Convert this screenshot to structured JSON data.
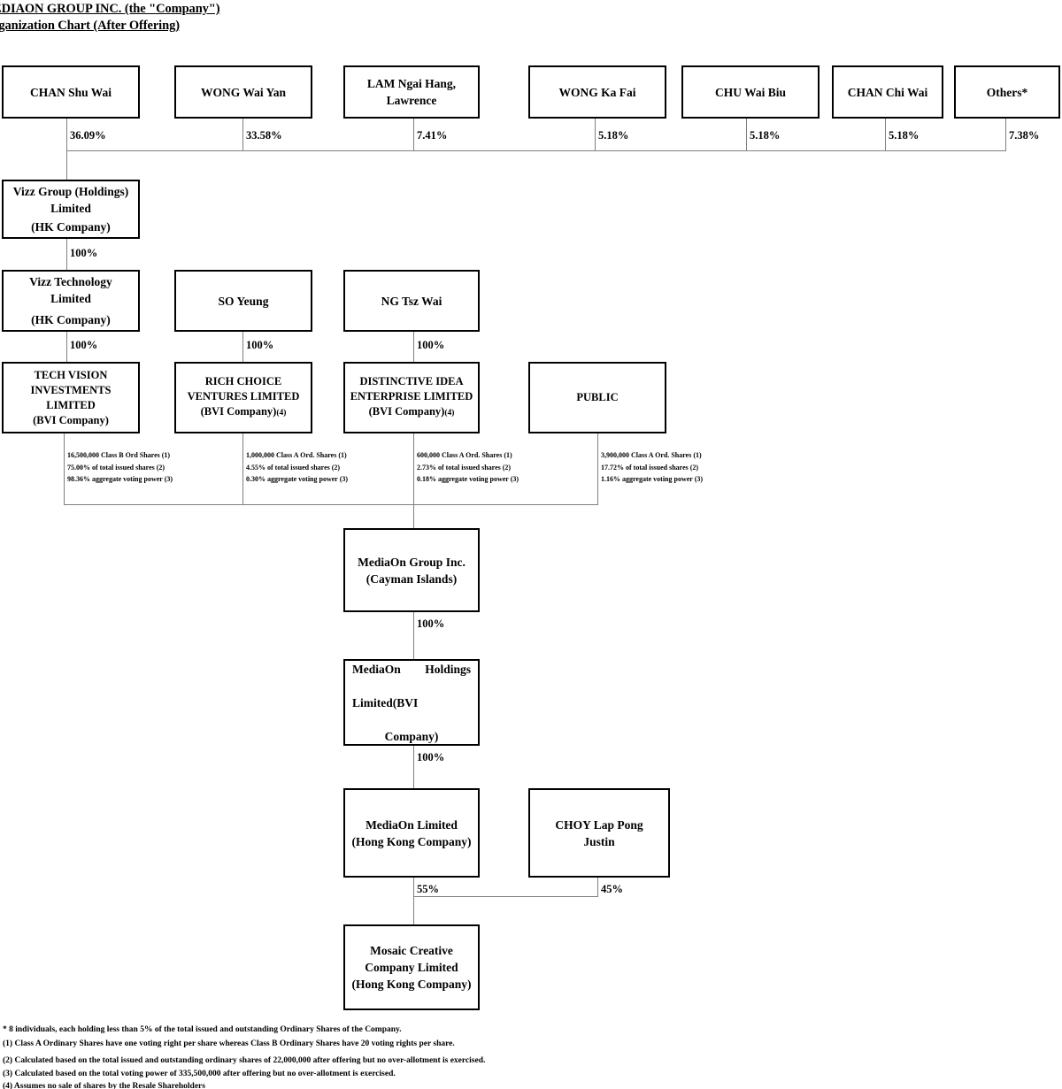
{
  "header": {
    "title_line1": "EDIAON GROUP INC. (the \"Company\")",
    "title_line2": "rganization Chart (After Offering)"
  },
  "shareholders": [
    {
      "name": "CHAN Shu Wai",
      "pct": "36.09%"
    },
    {
      "name": "WONG Wai Yan",
      "pct": "33.58%"
    },
    {
      "name_line1": "LAM Ngai Hang,",
      "name_line2": "Lawrence",
      "pct": "7.41%"
    },
    {
      "name": "WONG Ka Fai",
      "pct": "5.18%"
    },
    {
      "name": "CHU Wai Biu",
      "pct": "5.18%"
    },
    {
      "name": "CHAN Chi Wai",
      "pct": "5.18%"
    },
    {
      "name": "Others*",
      "pct": "7.38%"
    }
  ],
  "entities": {
    "vizz_group": {
      "line1": "Vizz Group (Holdings)",
      "line2": "Limited",
      "line3": "(HK Company)",
      "pct_out": "100%"
    },
    "vizz_tech": {
      "line1": "Vizz Technology",
      "line2": "Limited",
      "line3": "(HK Company)",
      "pct_out": "100%"
    },
    "so_yeung": {
      "name": "SO Yeung",
      "pct_out": "100%"
    },
    "ng_tsz_wai": {
      "name": "NG Tsz Wai",
      "pct_out": "100%"
    },
    "tech_vision": {
      "line1": "TECH VISION",
      "line2": "INVESTMENTS LIMITED",
      "line3": "(BVI Company)",
      "note": ""
    },
    "rich_choice": {
      "line1": "RICH CHOICE",
      "line2": "VENTURES LIMITED",
      "line3": "(BVI Company)",
      "note": "(4)"
    },
    "distinctive_idea": {
      "line1": "DISTINCTIVE IDEA",
      "line2": "ENTERPRISE LIMITED",
      "line3": "(BVI Company)",
      "note": "(4)"
    },
    "public": {
      "name": "PUBLIC"
    },
    "mediaon_group": {
      "line1": "MediaOn Group Inc.",
      "line2": "(Cayman Islands)",
      "pct_out": "100%"
    },
    "mediaon_holdings": {
      "line1": "MediaOn Holdings",
      "line2": "Limited",
      "line2b": "(BVI",
      "line3": "Company)",
      "pct_out": "100%"
    },
    "mediaon_limited": {
      "line1": "MediaOn Limited",
      "line2": "(Hong Kong Company)",
      "pct_out": "55%"
    },
    "choy_lap_pong": {
      "line1": "CHOY Lap Pong",
      "line2": "Justin",
      "pct_out": "45%"
    },
    "mosaic_creative": {
      "line1": "Mosaic Creative",
      "line2": "Company Limited",
      "line3": "(Hong Kong Company)"
    }
  },
  "holdings_details": [
    {
      "owner": "tech-vision",
      "shares": "16,500,000 Class B Ord Shares (1)",
      "issued": "75.00% of total issued shares (2)",
      "voting": "98.36% aggregate voting power (3)"
    },
    {
      "owner": "rich-choice",
      "shares": "1,000,000 Class A Ord. Shares (1)",
      "issued": "4.55% of total issued shares (2)",
      "voting": "0.30% aggregate voting power (3)"
    },
    {
      "owner": "distinctive-idea",
      "shares": "600,000 Class A Ord. Shares (1)",
      "issued": "2.73% of total issued shares (2)",
      "voting": "0.18% aggregate voting power (3)"
    },
    {
      "owner": "public",
      "shares": "3,900,000 Class A Ord. Shares (1)",
      "issued": "17.72% of total issued shares (2)",
      "voting": "1.16% aggregate voting power (3)"
    }
  ],
  "footnotes": [
    "* 8 individuals, each holding less than 5% of the total issued and outstanding Ordinary Shares of the Company.",
    "(1) Class A Ordinary Shares have one voting right per share whereas Class B Ordinary Shares have 20 voting rights per share.",
    "(2) Calculated based on the total issued and outstanding ordinary shares of 22,000,000 after offering but no over-allotment is exercised.",
    "(3) Calculated based on the total voting power of 335,500,000 after offering but no over-allotment is exercised.",
    "(4) Assumes no sale of shares by the Resale Shareholders"
  ],
  "colors": {
    "box_border": "#000000",
    "line": "#808080",
    "text": "#000000",
    "background": "#ffffff"
  }
}
